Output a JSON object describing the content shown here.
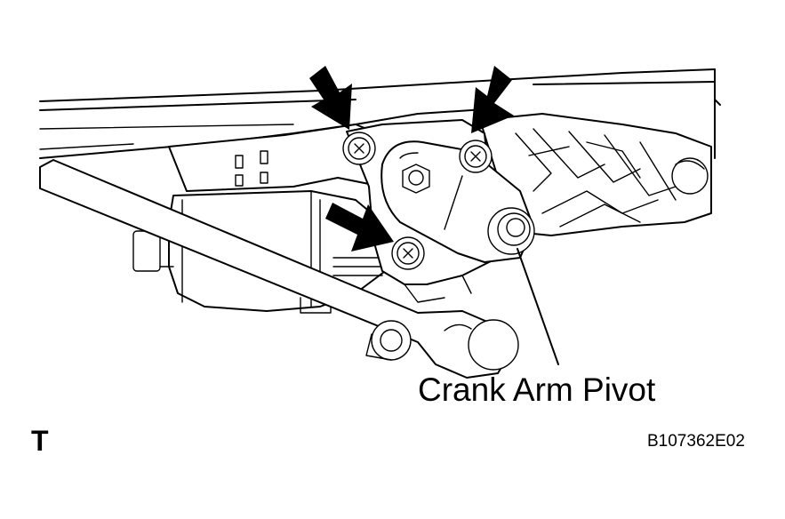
{
  "callouts": [
    {
      "label": "Crank Arm Pivot"
    }
  ],
  "view_letter": "T",
  "figure_code": "B107362E02",
  "fastener_markers": [
    {
      "name": "bolt-upper-left",
      "indicated": true
    },
    {
      "name": "bolt-upper-right",
      "indicated": true
    },
    {
      "name": "bolt-lower",
      "indicated": true
    }
  ]
}
